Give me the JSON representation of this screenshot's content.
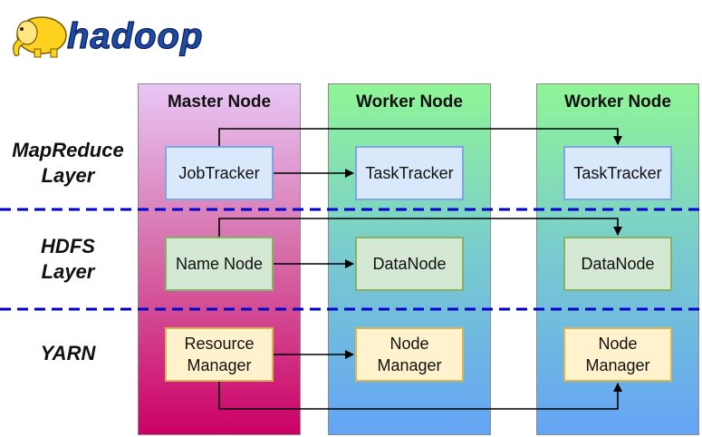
{
  "logo": {
    "text": "hadoop"
  },
  "columns": {
    "master": {
      "title": "Master Node"
    },
    "worker1": {
      "title": "Worker Node"
    },
    "worker2": {
      "title": "Worker Node"
    }
  },
  "layers": {
    "mapreduce": [
      "MapReduce",
      "Layer"
    ],
    "hdfs": [
      "HDFS",
      "Layer"
    ],
    "yarn": [
      "YARN"
    ]
  },
  "nodes": {
    "jobtracker": "JobTracker",
    "tasktracker1": "TaskTracker",
    "tasktracker2": "TaskTracker",
    "namenode": "Name Node",
    "datanode1": "DataNode",
    "datanode2": "DataNode",
    "resourcemanager": [
      "Resource",
      "Manager"
    ],
    "nodemanager1": [
      "Node",
      "Manager"
    ],
    "nodemanager2": [
      "Node",
      "Manager"
    ]
  },
  "colors": {
    "divider": "#0000cc",
    "arrow": "#000000",
    "logo_fill": "#1e4aa8",
    "elephant": "#ffd21f"
  }
}
